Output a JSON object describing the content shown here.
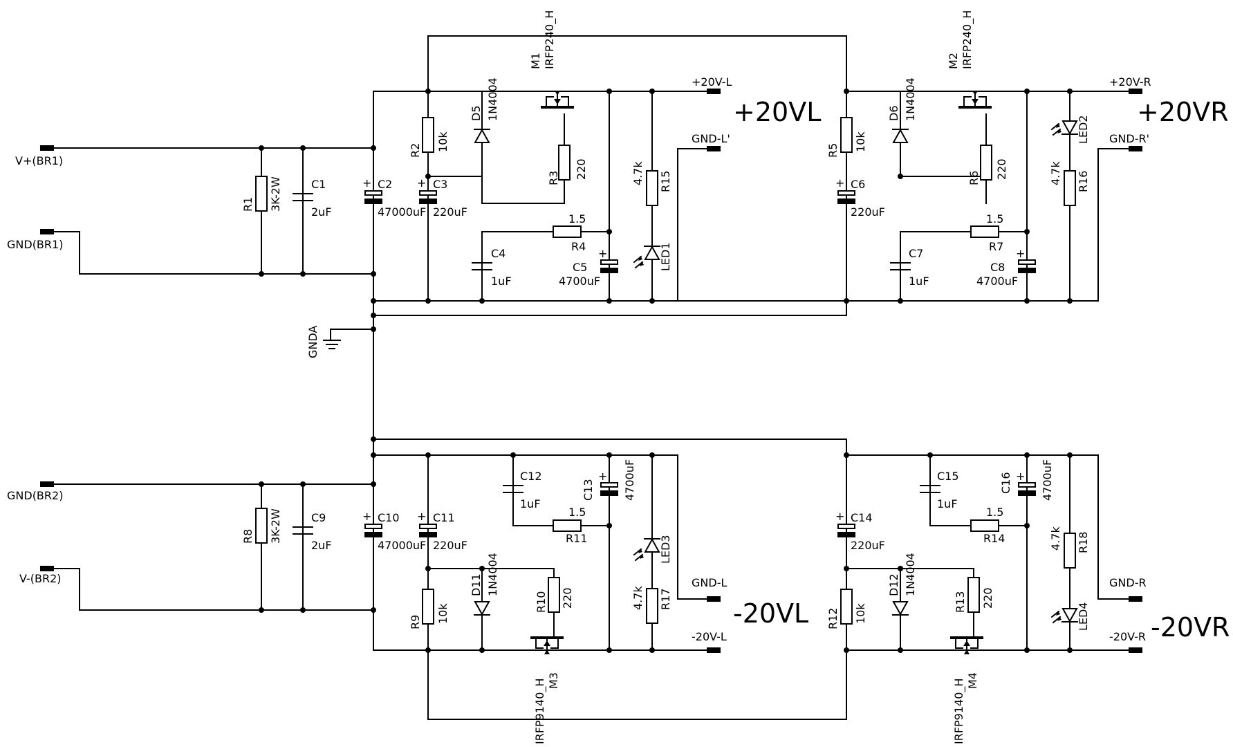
{
  "rail_labels": {
    "plus_left": "+20VL",
    "plus_right": "+20VR",
    "minus_left": "-20VL",
    "minus_right": "-20VR"
  },
  "inputs": {
    "v_plus": "V+(BR1)",
    "gnd_br1": "GND(BR1)",
    "gnd_br2": "GND(BR2)",
    "v_minus": "V-(BR2)",
    "gnda": "GNDA"
  },
  "outputs": {
    "p20_l": "+20V-L",
    "gnd_l_prime": "GND-L'",
    "p20_r": "+20V-R",
    "gnd_r_prime": "GND-R'",
    "gnd_l": "GND-L",
    "m20_l": "-20V-L",
    "gnd_r": "GND-R",
    "m20_r": "-20V-R"
  },
  "resistors": {
    "R1": {
      "ref": "R1",
      "value": "3K-2W"
    },
    "R2": {
      "ref": "R2",
      "value": "10k"
    },
    "R3": {
      "ref": "R3",
      "value": "220"
    },
    "R4": {
      "ref": "R4",
      "value": "1.5"
    },
    "R5": {
      "ref": "R5",
      "value": "10k"
    },
    "R6": {
      "ref": "R6",
      "value": "220"
    },
    "R7": {
      "ref": "R7",
      "value": "1.5"
    },
    "R8": {
      "ref": "R8",
      "value": "3K-2W"
    },
    "R9": {
      "ref": "R9",
      "value": "10k"
    },
    "R10": {
      "ref": "R10",
      "value": "220"
    },
    "R11": {
      "ref": "R11",
      "value": "1.5"
    },
    "R12": {
      "ref": "R12",
      "value": "10k"
    },
    "R13": {
      "ref": "R13",
      "value": "220"
    },
    "R14": {
      "ref": "R14",
      "value": "1.5"
    },
    "R15": {
      "ref": "R15",
      "value": "4.7k"
    },
    "R16": {
      "ref": "R16",
      "value": "4.7k"
    },
    "R17": {
      "ref": "R17",
      "value": "4.7k"
    },
    "R18": {
      "ref": "R18",
      "value": "4.7k"
    }
  },
  "capacitors": {
    "C1": {
      "ref": "C1",
      "value": "2uF"
    },
    "C2": {
      "ref": "C2",
      "value": "47000uF"
    },
    "C3": {
      "ref": "C3",
      "value": "220uF"
    },
    "C4": {
      "ref": "C4",
      "value": "1uF"
    },
    "C5": {
      "ref": "C5",
      "value": "4700uF"
    },
    "C6": {
      "ref": "C6",
      "value": "220uF"
    },
    "C7": {
      "ref": "C7",
      "value": "1uF"
    },
    "C8": {
      "ref": "C8",
      "value": "4700uF"
    },
    "C9": {
      "ref": "C9",
      "value": "2uF"
    },
    "C10": {
      "ref": "C10",
      "value": "47000uF"
    },
    "C11": {
      "ref": "C11",
      "value": "220uF"
    },
    "C12": {
      "ref": "C12",
      "value": "1uF"
    },
    "C13": {
      "ref": "C13",
      "value": "4700uF"
    },
    "C14": {
      "ref": "C14",
      "value": "220uF"
    },
    "C15": {
      "ref": "C15",
      "value": "1uF"
    },
    "C16": {
      "ref": "C16",
      "value": "4700uF"
    }
  },
  "diodes": {
    "D5": {
      "ref": "D5",
      "value": "1N4004"
    },
    "D6": {
      "ref": "D6",
      "value": "1N4004"
    },
    "D11": {
      "ref": "D11",
      "value": "1N4004"
    },
    "D12": {
      "ref": "D12",
      "value": "1N4004"
    }
  },
  "leds": {
    "LED1": "LED1",
    "LED2": "LED2",
    "LED3": "LED3",
    "LED4": "LED4"
  },
  "mosfets": {
    "M1": {
      "ref": "M1",
      "value": "IRFP240_H"
    },
    "M2": {
      "ref": "M2",
      "value": "IRFP240_H"
    },
    "M3": {
      "ref": "M3",
      "value": "IRFP9140_H"
    },
    "M4": {
      "ref": "M4",
      "value": "IRFP9140_H"
    }
  }
}
